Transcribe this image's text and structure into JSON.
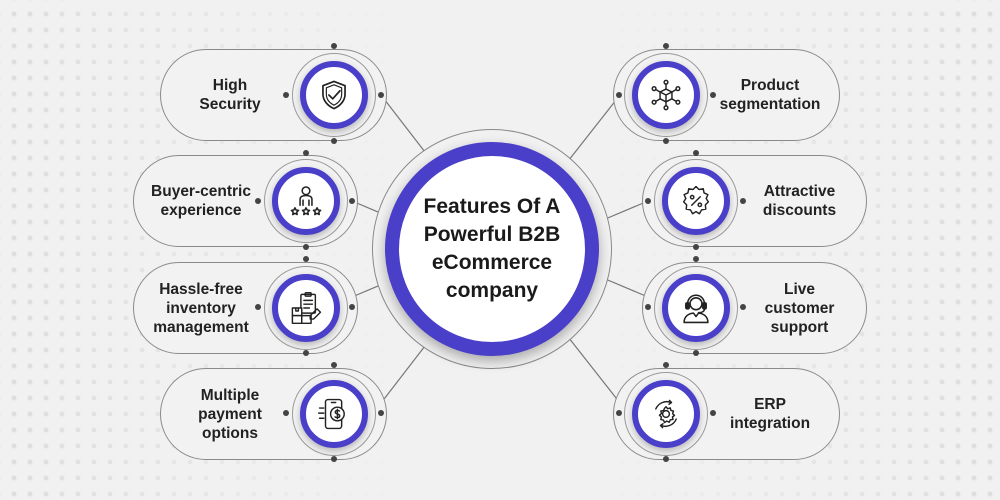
{
  "center": {
    "title": "Features Of A\nPowerful B2B\neCommerce\ncompany"
  },
  "features_left": [
    {
      "label": "High\nSecurity",
      "icon": "shield-check-icon"
    },
    {
      "label": "Buyer-centric\nexperience",
      "icon": "person-stars-icon"
    },
    {
      "label": "Hassle-free\ninventory\nmanagement",
      "icon": "inventory-boxes-icon"
    },
    {
      "label": "Multiple\npayment\noptions",
      "icon": "mobile-payment-icon"
    }
  ],
  "features_right": [
    {
      "label": "Product\nsegmentation",
      "icon": "network-box-icon"
    },
    {
      "label": "Attractive\ndiscounts",
      "icon": "discount-badge-icon"
    },
    {
      "label": "Live\ncustomer\nsupport",
      "icon": "headset-agent-icon"
    },
    {
      "label": "ERP\nintegration",
      "icon": "gear-cycle-icon"
    }
  ],
  "colors": {
    "accent": "#4a3fc8",
    "outline": "#8a8a8a",
    "background": "#f1f1f1",
    "text": "#222222"
  }
}
